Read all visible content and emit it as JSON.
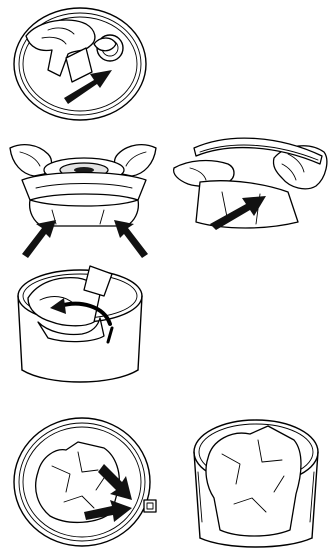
{
  "figure": {
    "panel_count": 6,
    "steps": [
      {
        "id": 1,
        "arrows": [
          "up-right"
        ]
      },
      {
        "id": 2,
        "arrows": [
          "up-right",
          "up-left"
        ]
      },
      {
        "id": 3,
        "arrows": [
          "up-right"
        ]
      },
      {
        "id": 4,
        "arrows": [
          "counter-clockwise-curve"
        ]
      },
      {
        "id": 5,
        "arrows": [
          "down-right",
          "right"
        ]
      },
      {
        "id": 6,
        "arrows": []
      }
    ],
    "colors": {
      "line": "#000000",
      "arrow": "#111111",
      "background": "#ffffff"
    }
  }
}
